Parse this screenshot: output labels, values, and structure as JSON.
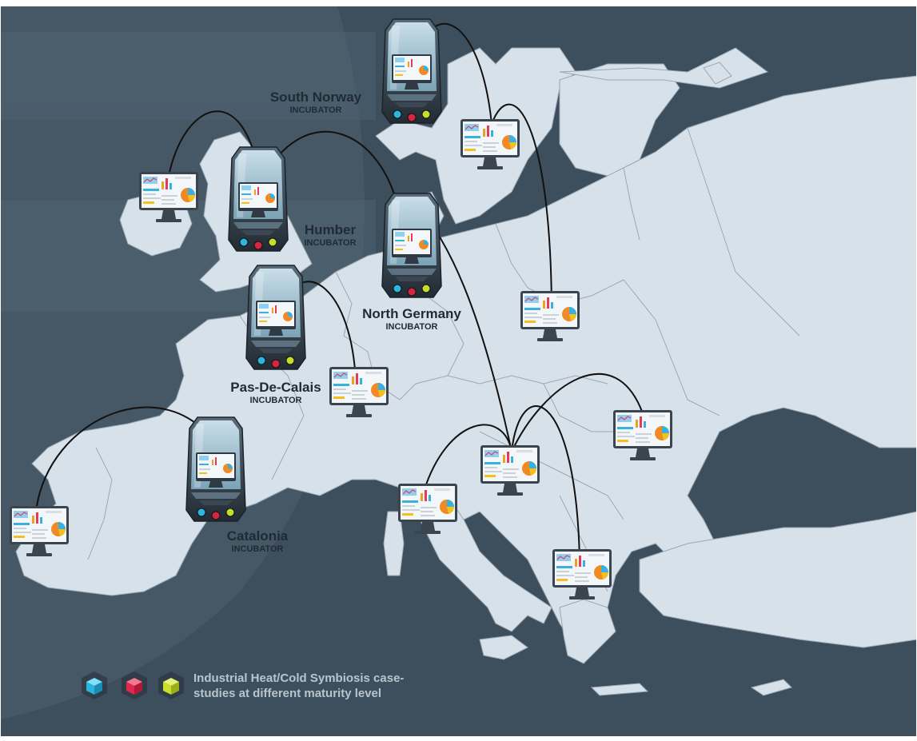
{
  "colors": {
    "sea": "#3d4f5c",
    "sea_light": "#4a5c6a",
    "land": "#d7e1ea",
    "border": "#8c9ba8",
    "link": "#111111",
    "label": "#1f2a33",
    "cube_blue": "#35c4e8",
    "cube_red": "#e0294a",
    "cube_yellow": "#c9e02a"
  },
  "incubators": [
    {
      "name": "South Norway",
      "suffix": "INCUBATOR"
    },
    {
      "name": "Humber",
      "suffix": "INCUBATOR"
    },
    {
      "name": "North Germany",
      "suffix": "INCUBATOR"
    },
    {
      "name": "Pas-De-Calais",
      "suffix": "INCUBATOR"
    },
    {
      "name": "Catalonia",
      "suffix": "INCUBATOR"
    }
  ],
  "legend": {
    "line1": "Industrial Heat/Cold Symbiosis case-",
    "line2": "studies at different maturity level",
    "cube_colors": [
      "blue",
      "red",
      "yellow"
    ]
  },
  "icons": {
    "incubator": "server-pod-icon",
    "case_study": "monitor-dashboard-icon",
    "maturity": "cube-icon"
  }
}
